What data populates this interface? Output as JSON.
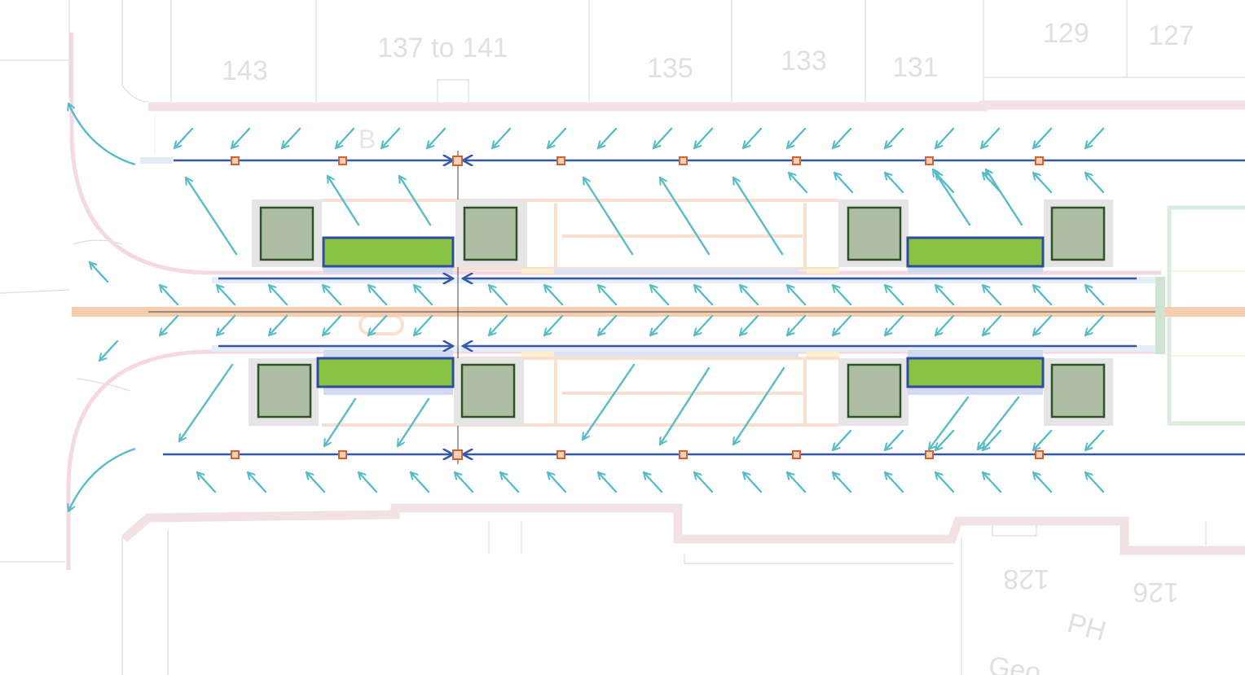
{
  "plan": {
    "lot_labels_top": [
      "143",
      "137 to 141",
      "135",
      "133",
      "131",
      "129",
      "127"
    ],
    "lot_labels_bottom": [
      "128",
      "126",
      "PH",
      "Geo"
    ],
    "faint_label": "B"
  },
  "colors": {
    "flow_arrow": "#56bcc8",
    "drainage_line": "#3558a8",
    "gully": "#d8602a",
    "planter": "#88c344",
    "planter_border": "#2e4d9e",
    "tree_pit": "#adbea2",
    "tree_pit_border": "#2f5226",
    "carriageway_centre": "#f7cdb0",
    "kerb_line": "#f3d8e4",
    "building_outline": "#d5d5d5"
  }
}
